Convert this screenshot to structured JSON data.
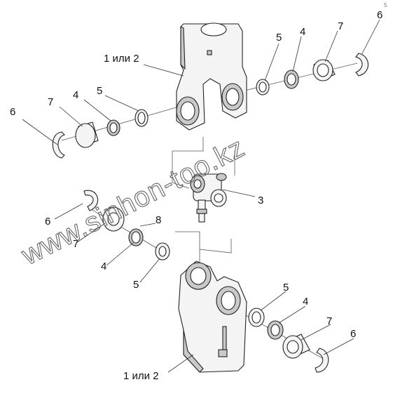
{
  "corner_mark": "5",
  "labels": {
    "fork_top": "1 или 2",
    "fork_bottom": "1 или 2",
    "crosspiece": "3",
    "bearing_top_right": "7",
    "bearing_top_left": "7",
    "bearing_mid_left": "7",
    "bearing_bottom_right": "7",
    "seal_top_right": "4",
    "seal_top_left": "4",
    "seal_mid_left": "4",
    "seal_bottom_right": "4",
    "washer_top_right": "5",
    "washer_top_left": "5",
    "washer_mid_left": "5",
    "washer_bottom_right": "5",
    "circlip_top_right": "6",
    "circlip_top_left": "6",
    "circlip_mid_left": "6",
    "circlip_bottom_right": "6",
    "grease_fitting": "8"
  },
  "watermark": "www.sinhon-too.kz"
}
